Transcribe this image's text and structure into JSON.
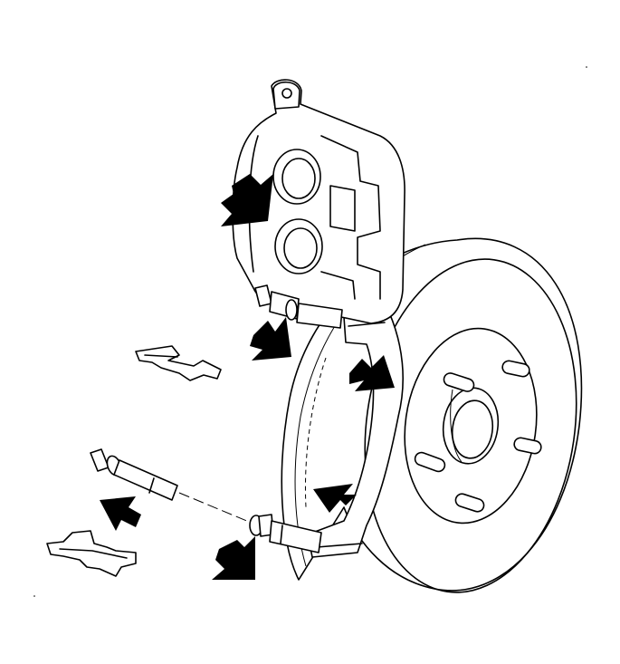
{
  "colors": {
    "ink": "#000000",
    "paper": "#ffffff"
  },
  "callouts": [
    {
      "id": "caliper-arrow",
      "direction": "down-right"
    },
    {
      "id": "upper-bolt-arrow",
      "direction": "up-right"
    },
    {
      "id": "upper-bracket-arrow",
      "direction": "up-right"
    },
    {
      "id": "lower-bracket-arrow",
      "direction": "down-left"
    },
    {
      "id": "guide-pin-arrow",
      "direction": "up-left"
    },
    {
      "id": "lower-bolt-arrow",
      "direction": "up-right"
    }
  ]
}
